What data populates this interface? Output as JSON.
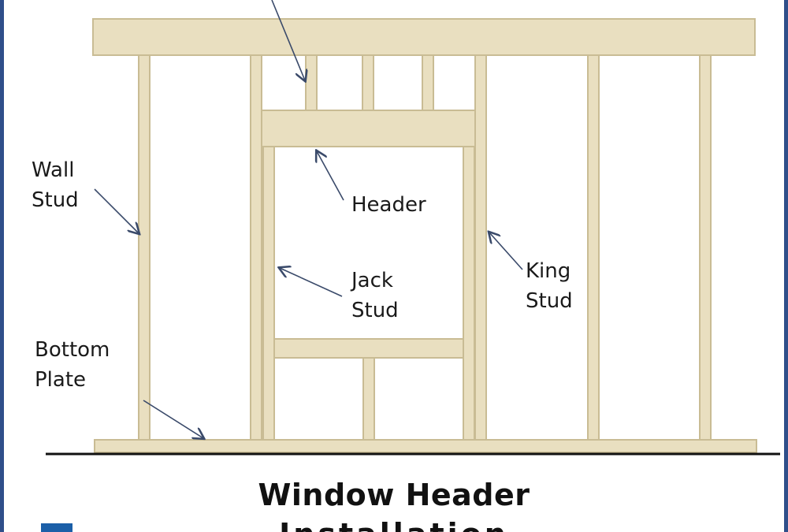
{
  "labels": {
    "wall_stud": "Wall\nStud",
    "header": "Header",
    "jack_stud": "Jack\nStud",
    "king_stud": "King\nStud",
    "bottom_plate": "Bottom\nPlate"
  },
  "caption": {
    "title": "Window  Header",
    "subtitle": "Installation"
  },
  "colors": {
    "lumber": "#e9dfc0",
    "lumber_edge": "#c9bc94",
    "floor_line": "#111111",
    "arrow": "#3a4a6a",
    "border": "#2f4f8a"
  }
}
